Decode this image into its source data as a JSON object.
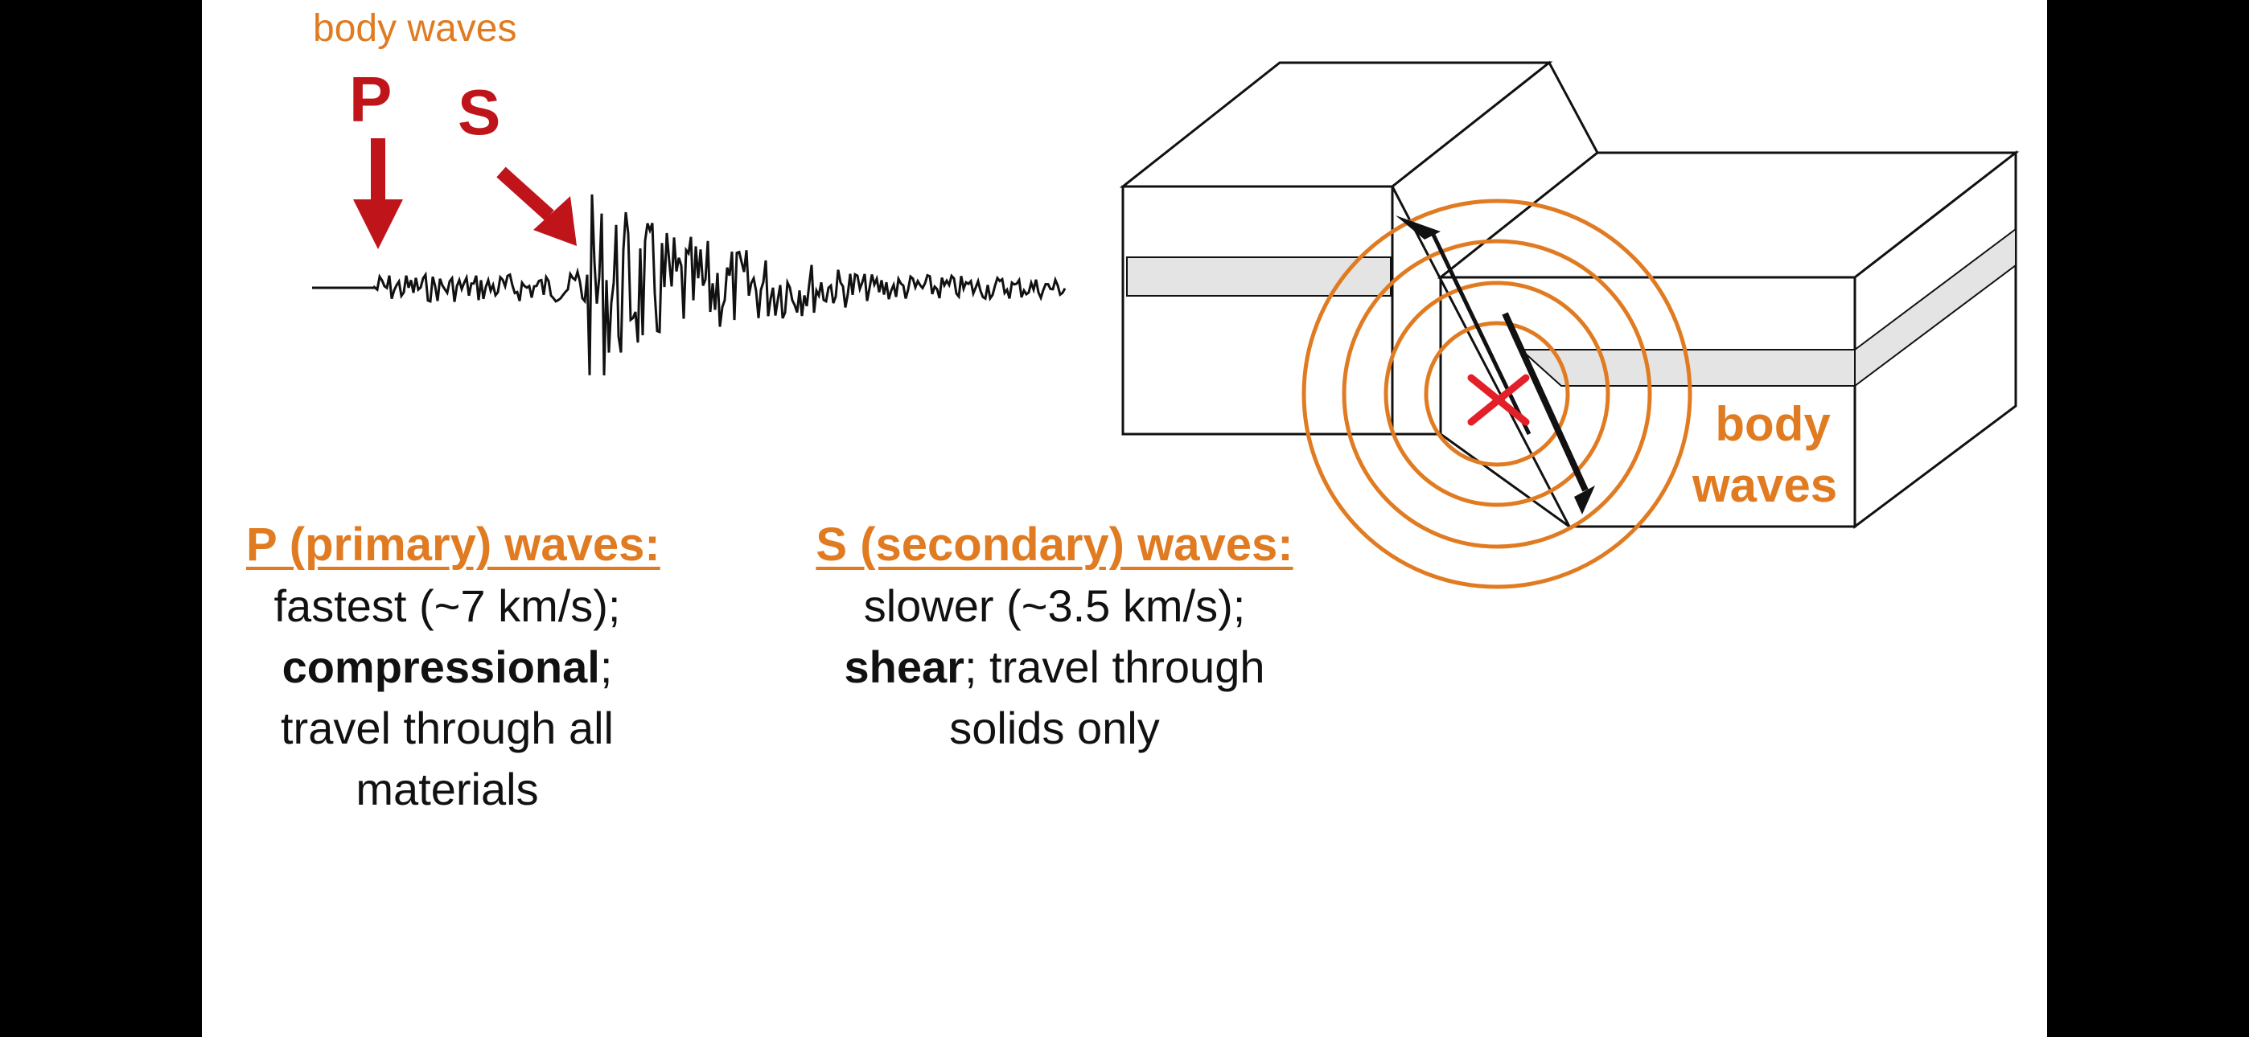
{
  "seismogram": {
    "label": "body waves",
    "p_marker": "P",
    "s_marker": "S"
  },
  "fault_block": {
    "label_line1": "body",
    "label_line2": "waves"
  },
  "p_waves": {
    "heading": "P (primary) waves:",
    "line1": "fastest (~7 km/s);",
    "line2_bold": "compressional",
    "line2_rest": ";",
    "line3": "travel through all",
    "line4": "materials"
  },
  "s_waves": {
    "heading": "S (secondary) waves:",
    "line1": "slower (~3.5 km/s);",
    "line2_bold": "shear",
    "line2_rest": "; travel through",
    "line3": "solids only"
  },
  "colors": {
    "accent_orange": "#e07b22",
    "marker_red": "#c0141b",
    "focus_red": "#e3202a",
    "background": "#ffffff",
    "letterbox": "#000000"
  }
}
